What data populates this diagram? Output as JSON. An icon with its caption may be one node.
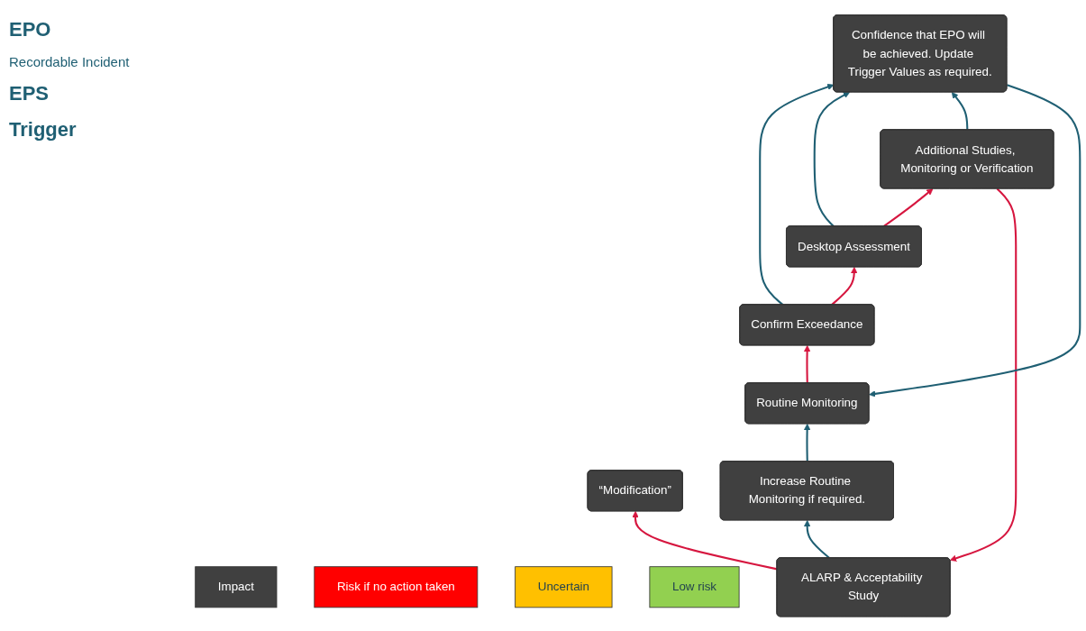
{
  "diagram": {
    "nodes": [
      {
        "text": [
          "Impact"
        ]
      },
      {
        "text": [
          "Risk if no action taken"
        ]
      },
      {
        "text": [
          "Uncertain"
        ]
      },
      {
        "text": [
          "Low risk"
        ]
      },
      {
        "text": [
          "“Modification”"
        ]
      },
      {
        "text": [
          "ALARP & Acceptability Study"
        ]
      },
      {
        "text": [
          "Additional Studies, Monitoring or Verification"
        ]
      },
      {
        "text": [
          "Desktop Assessment"
        ]
      },
      {
        "text": [
          "Confirm Exceedance"
        ]
      },
      {
        "text": [
          "Routine Monitoring"
        ]
      },
      {
        "text": [
          "Confidence that EPO will be achieved. Update Trigger Values as required."
        ]
      },
      {
        "text": [
          "Increase Routine Monitoring if required."
        ]
      }
    ],
    "edges": [
      {
        "from": 9,
        "to": 8,
        "arrow": "to",
        "color": "#d6163f"
      },
      {
        "from": 8,
        "to": 7,
        "arrow": "to",
        "color": "#d6163f"
      },
      {
        "from": 7,
        "to": 6,
        "arrow": "to",
        "color": "#d6163f"
      },
      {
        "from": 6,
        "to": 5,
        "arrow": "to",
        "color": "#d6163f"
      },
      {
        "from": 5,
        "to": 4,
        "arrow": "to",
        "color": "#d6163f"
      },
      {
        "from": 8,
        "to": 10,
        "arrow": "to"
      },
      {
        "from": 7,
        "to": 10,
        "arrow": "to"
      },
      {
        "from": 6,
        "to": 10,
        "arrow": "to"
      },
      {
        "from": 5,
        "to": 11,
        "arrow": "to"
      },
      {
        "from": 10,
        "to": 9,
        "arrow": "to"
      },
      {
        "from": 11,
        "to": 9,
        "arrow": "to"
      }
    ],
    "labels": [
      "EPO",
      "Recordable Incident",
      "EPS",
      "Trigger"
    ]
  }
}
